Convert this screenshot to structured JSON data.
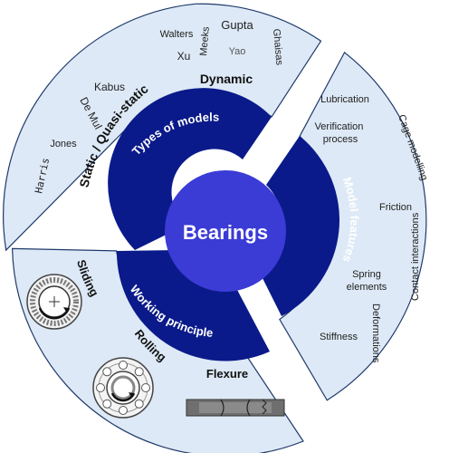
{
  "colors": {
    "outer_fill": "#dde9f6",
    "outer_stroke": "#1f3a6b",
    "ring": "#0a1a8a",
    "center": "#3b3bd6"
  },
  "center": {
    "label": "Bearings"
  },
  "rings": {
    "types": "Types of models",
    "features": "Model features",
    "working": "Working principle"
  },
  "types_of_models": {
    "dynamic": "Dynamic",
    "static": "Static / Quasi-static",
    "names": [
      "Walters",
      "Xu",
      "Meeks",
      "Gupta",
      "Yao",
      "Ghaisas",
      "Kabus",
      "De Mul",
      "Jones",
      "Harris"
    ]
  },
  "model_features": [
    "Lubrication",
    "Verification process",
    "Cage modelling",
    "Friction",
    "Contact interactions",
    "Spring elements",
    "Deformations",
    "Stiffness"
  ],
  "working_principle": {
    "sliding": "Sliding",
    "rolling": "Rolling",
    "flexure": "Flexure"
  },
  "icons": {
    "sliding": "sliding-bearing-icon",
    "rolling": "rolling-bearing-icon",
    "flexure": "flexure-hinge-icon"
  }
}
